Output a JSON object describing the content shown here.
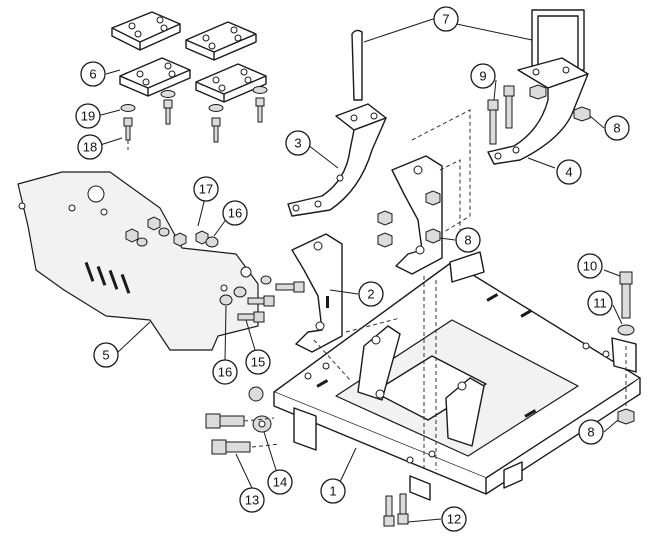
{
  "callouts": [
    {
      "id": "c1",
      "label": "1"
    },
    {
      "id": "c2",
      "label": "2"
    },
    {
      "id": "c3",
      "label": "3"
    },
    {
      "id": "c4",
      "label": "4"
    },
    {
      "id": "c5",
      "label": "5"
    },
    {
      "id": "c6",
      "label": "6"
    },
    {
      "id": "c7",
      "label": "7"
    },
    {
      "id": "c8a",
      "label": "8"
    },
    {
      "id": "c8b",
      "label": "8"
    },
    {
      "id": "c8c",
      "label": "8"
    },
    {
      "id": "c9",
      "label": "9"
    },
    {
      "id": "c10",
      "label": "10"
    },
    {
      "id": "c11",
      "label": "11"
    },
    {
      "id": "c12",
      "label": "12"
    },
    {
      "id": "c13",
      "label": "13"
    },
    {
      "id": "c14",
      "label": "14"
    },
    {
      "id": "c15",
      "label": "15"
    },
    {
      "id": "c16a",
      "label": "16"
    },
    {
      "id": "c16b",
      "label": "16"
    },
    {
      "id": "c17",
      "label": "17"
    },
    {
      "id": "c18",
      "label": "18"
    },
    {
      "id": "c19",
      "label": "19"
    }
  ]
}
